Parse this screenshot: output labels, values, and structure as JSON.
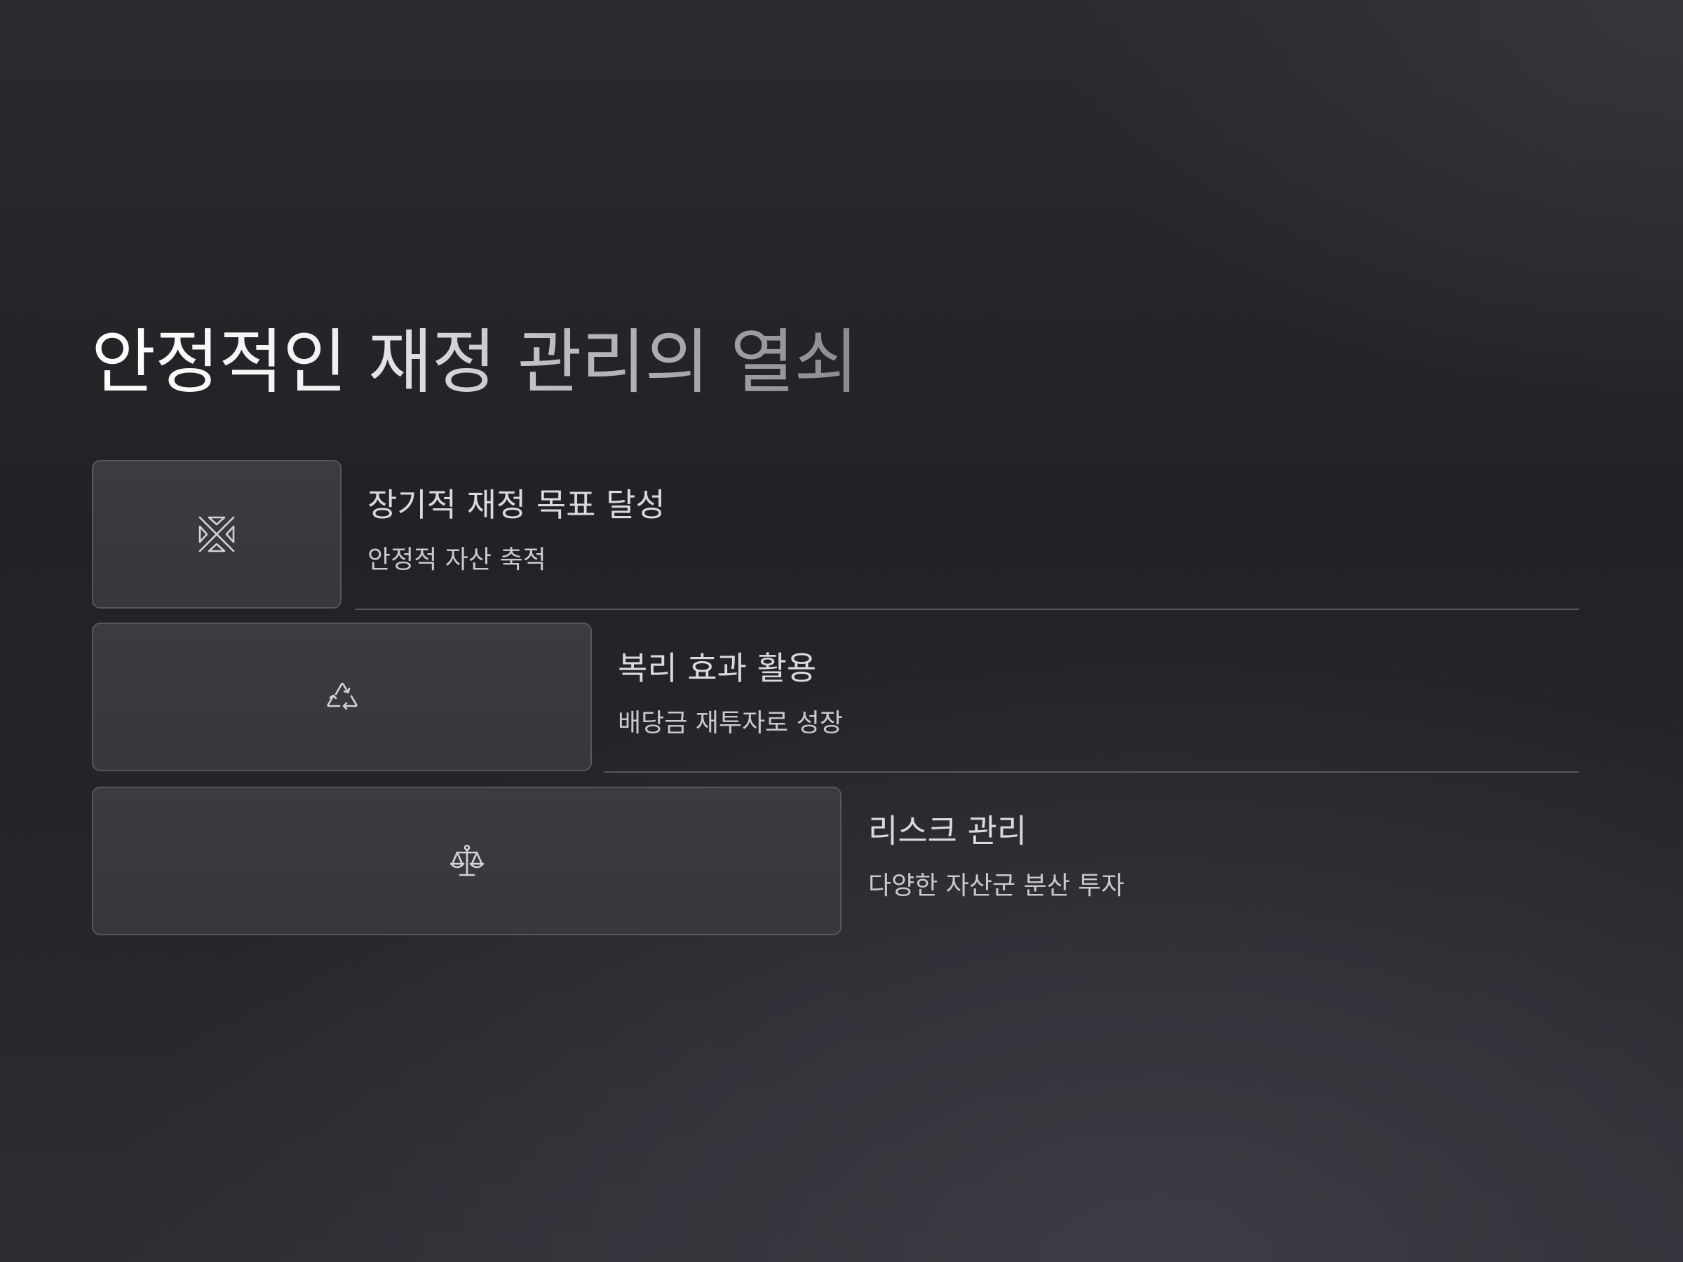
{
  "title": "안정적인 재정 관리의 열쇠",
  "steps": [
    {
      "heading": "장기적 재정 목표 달성",
      "subtext": "안정적 자산 축적",
      "icon": "shrink-arrows-icon"
    },
    {
      "heading": "복리 효과 활용",
      "subtext": "배당금 재투자로 성장",
      "icon": "recycle-icon"
    },
    {
      "heading": "리스크 관리",
      "subtext": "다양한 자산군 분산 투자",
      "icon": "scale-icon"
    }
  ],
  "colors": {
    "text": "#d9d9de",
    "box": "#3a3a3f",
    "border": "#56565c"
  }
}
